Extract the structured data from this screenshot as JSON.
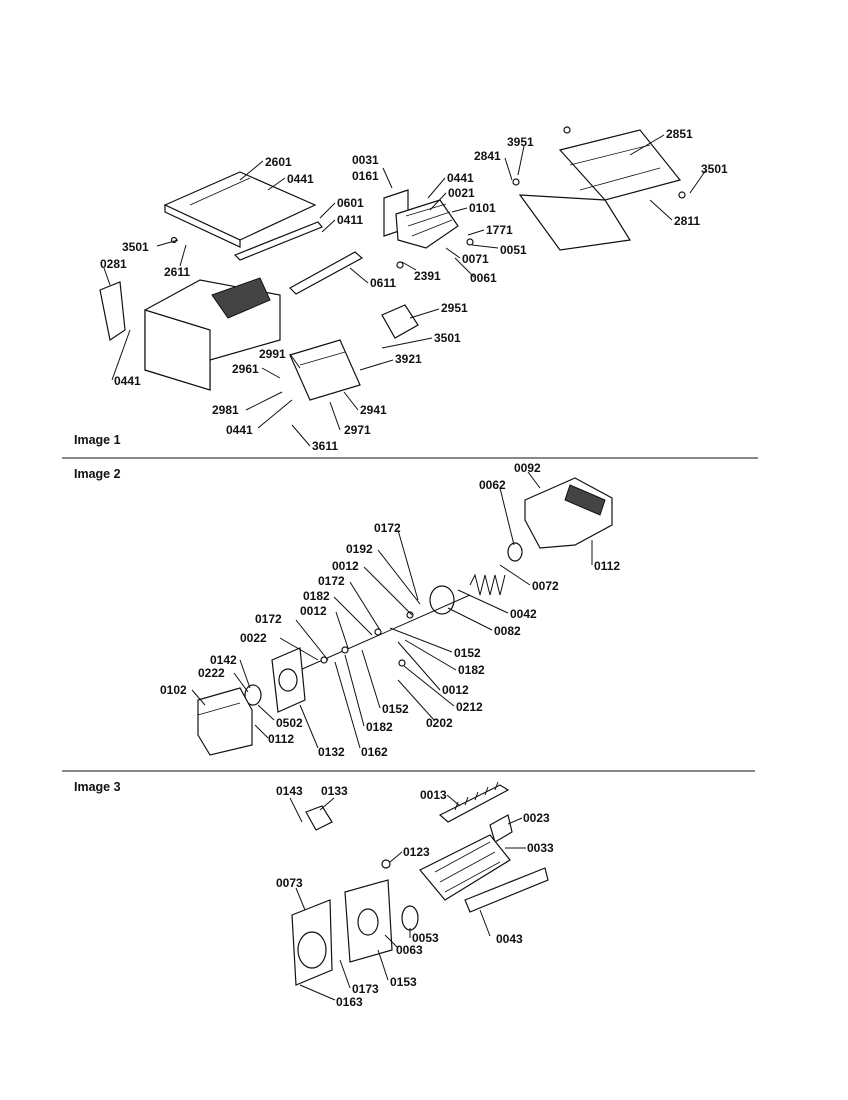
{
  "sections": [
    {
      "title": "Image 1"
    },
    {
      "title": "Image 2"
    },
    {
      "title": "Image 3"
    }
  ],
  "labels": [
    "2601",
    "0441",
    "0031",
    "0161",
    "0441",
    "0021",
    "0101",
    "2851",
    "3951",
    "2841",
    "3501",
    "2811",
    "0601",
    "0411",
    "3501",
    "2611",
    "1771",
    "0051",
    "0071",
    "0061",
    "2391",
    "0281",
    "0611",
    "2951",
    "3501",
    "3921",
    "2991",
    "2961",
    "2981",
    "0441",
    "2941",
    "2971",
    "3611",
    "0441",
    "0092",
    "0062",
    "0112",
    "0172",
    "0192",
    "0072",
    "0012",
    "0042",
    "0172",
    "0082",
    "0182",
    "0152",
    "0012",
    "0172",
    "0182",
    "0022",
    "0012",
    "0142",
    "0222",
    "0102",
    "0212",
    "0502",
    "0152",
    "0202",
    "0112",
    "0182",
    "0132",
    "0162",
    "0143",
    "0133",
    "0013",
    "0023",
    "0123",
    "0033",
    "0073",
    "0053",
    "0063",
    "0043",
    "0153",
    "0173",
    "0163"
  ]
}
